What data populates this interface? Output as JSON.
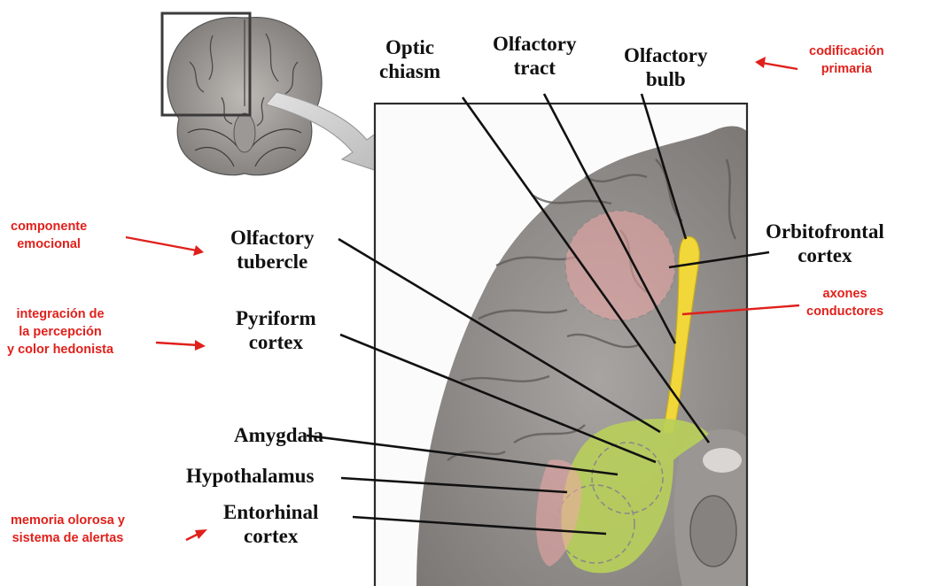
{
  "colors": {
    "annotation": "#e0201b",
    "label": "#111111",
    "brain": "#8f8b88",
    "olfactory_pathway": "#f2d73a",
    "limbic_region": "#b8cf5a",
    "hotspot": "#f0a8a8"
  },
  "labels": {
    "optic_chiasm": [
      "Optic",
      "chiasm"
    ],
    "olfactory_tract": [
      "Olfactory",
      "tract"
    ],
    "olfactory_bulb": [
      "Olfactory",
      "bulb"
    ],
    "orbitofrontal_cortex": [
      "Orbitofrontal",
      "cortex"
    ],
    "olfactory_tubercle": [
      "Olfactory",
      "tubercle"
    ],
    "pyriform_cortex": [
      "Pyriform",
      "cortex"
    ],
    "amygdala": [
      "Amygdala"
    ],
    "hypothalamus": [
      "Hypothalamus"
    ],
    "entorhinal_cortex": [
      "Entorhinal",
      "cortex"
    ]
  },
  "annotations": {
    "codificacion": [
      "codificación",
      "primaria"
    ],
    "componente": [
      "componente",
      "emocional"
    ],
    "integracion": [
      "integración de",
      "la percepción",
      "y color hedonista"
    ],
    "axones": [
      "axones",
      "conductores"
    ],
    "memoria": [
      "memoria olorosa y",
      "sistema de alertas"
    ]
  },
  "icons": {
    "brain_thumbnail": "whole-brain-inferior-view-icon",
    "arrow": "curved-arrow-icon"
  }
}
